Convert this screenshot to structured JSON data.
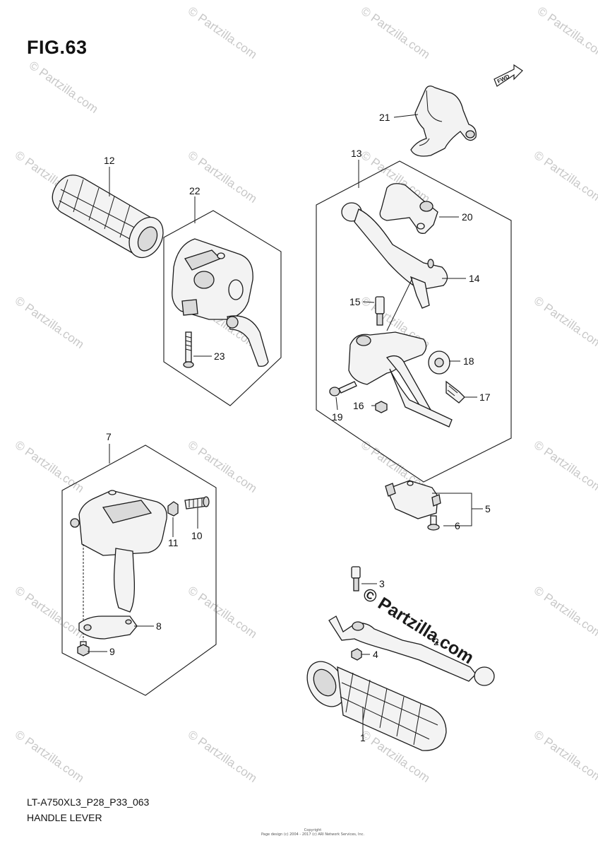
{
  "figure": {
    "title": "FIG.63",
    "code": "LT-A750XL3_P28_P33_063",
    "name": "HANDLE LEVER",
    "copyright_label": "Copyright",
    "copyright_text": "Page design (c) 2004 - 2017 (c) ARI Network Services, Inc.",
    "fwd_label": "FWD"
  },
  "watermark": {
    "text": "© Partzilla.com",
    "large_text": "© Partzilla.com"
  },
  "callouts": [
    "1",
    "2",
    "3",
    "4",
    "5",
    "6",
    "7",
    "8",
    "9",
    "10",
    "11",
    "12",
    "13",
    "14",
    "15",
    "16",
    "17",
    "18",
    "19",
    "20",
    "21",
    "22",
    "23"
  ]
}
